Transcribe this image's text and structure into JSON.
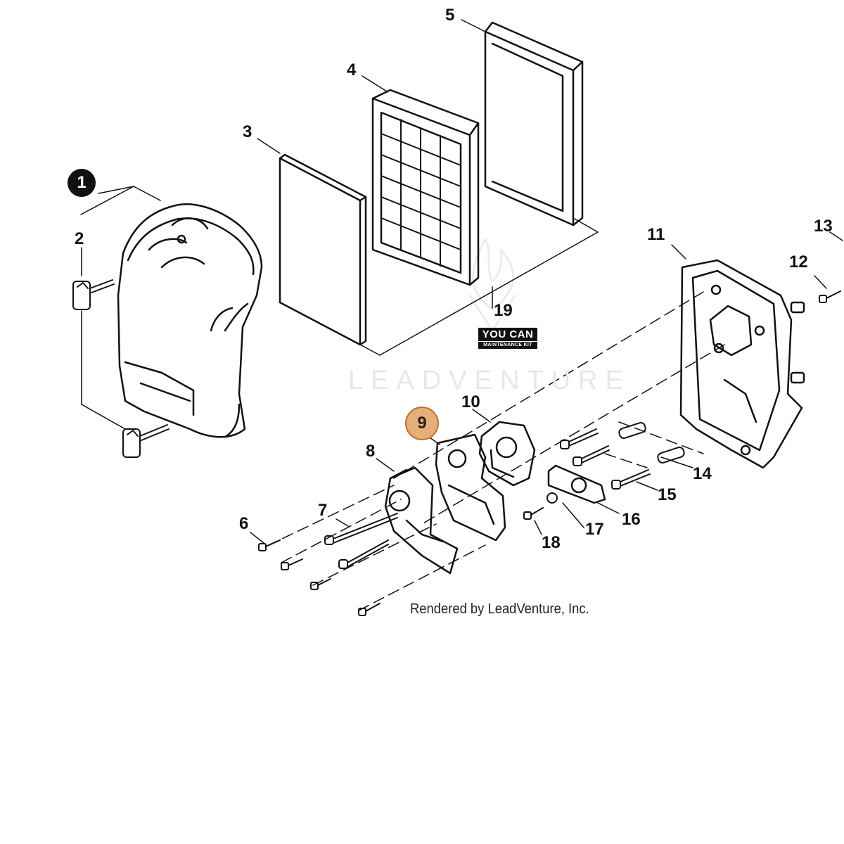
{
  "diagram": {
    "watermark": "LEADVENTURE",
    "credit": "Rendered by LeadVenture, Inc.",
    "kit_logo": {
      "top": "YOU CAN",
      "bottom": "MAINTENANCE KIT"
    },
    "callouts": {
      "c1": "1",
      "c2": "2",
      "c3": "3",
      "c4": "4",
      "c5": "5",
      "c6": "6",
      "c7": "7",
      "c8": "8",
      "c9": "9",
      "c10": "10",
      "c11": "11",
      "c12": "12",
      "c13": "13",
      "c14": "14",
      "c15": "15",
      "c16": "16",
      "c17": "17",
      "c18": "18",
      "c19": "19"
    },
    "highlight_color": "#E6AE78"
  }
}
